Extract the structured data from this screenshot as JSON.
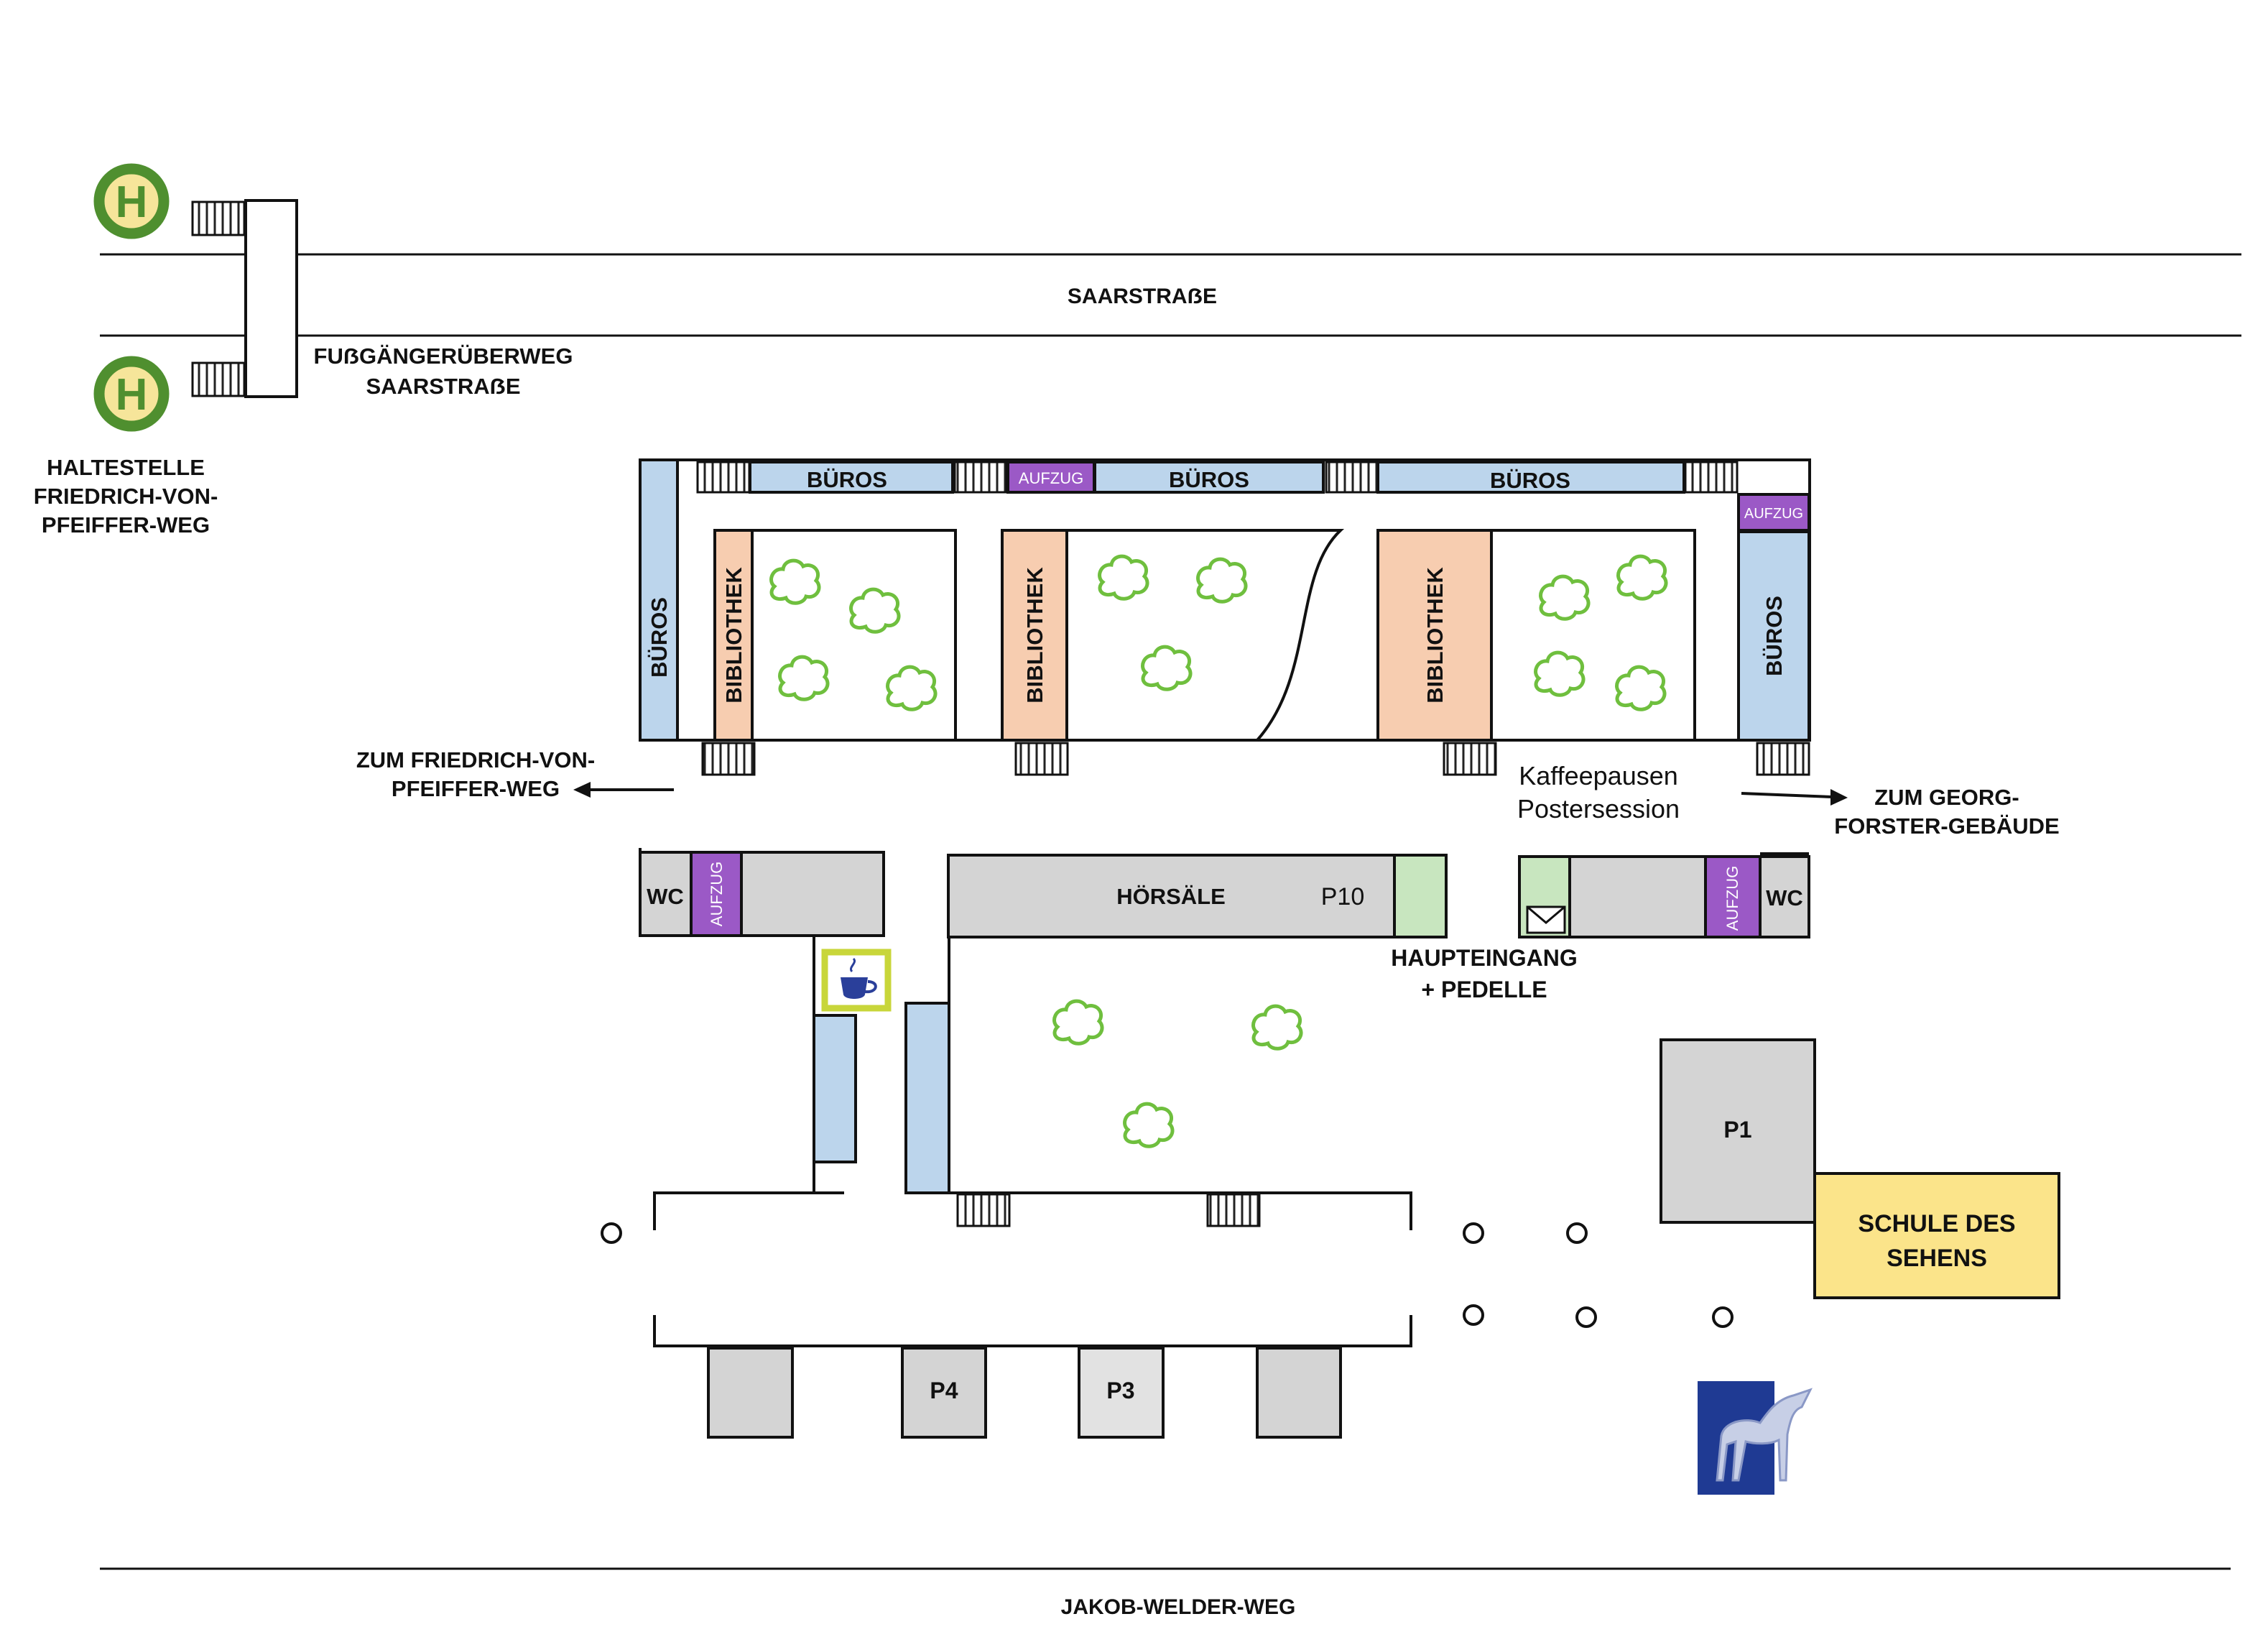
{
  "streets": {
    "north": "SAARSTRAẞE",
    "south": "JAKOB-WELDER-WEG"
  },
  "bus_stop": {
    "symbol": "H",
    "label_lines": [
      "HALTESTELLE",
      "FRIEDRICH-VON-",
      "PFEIFFER-WEG"
    ]
  },
  "footbridge": {
    "label_lines": [
      "FUẞGÄNGERÜBERWEG",
      "SAARSTRAẞE"
    ]
  },
  "rooms": {
    "bueros": "BÜROS",
    "aufzug": "AUFZUG",
    "bibliothek": "BIBLIOTHEK",
    "wc": "WC",
    "hoersaele": "HÖRSÄLE",
    "p10": "P10",
    "p1": "P1",
    "p3": "P3",
    "p4": "P4"
  },
  "directions": {
    "west_lines": [
      "ZUM FRIEDRICH-VON-",
      "PFEIFFER-WEG"
    ],
    "east_lines": [
      "ZUM GEORG-",
      "FORSTER-GEBÄUDE"
    ]
  },
  "events": {
    "line1": "Kaffeepausen",
    "line2": "Postersession"
  },
  "entrance": {
    "line1": "HAUPTEINGANG",
    "line2": "+ PEDELLE"
  },
  "school": {
    "line1": "SCHULE DES",
    "line2": "SEHENS"
  },
  "icons": [
    "bus-stop-icon",
    "coffee-cup-icon",
    "mail-envelope-icon",
    "horse-logo-icon",
    "tree-icon",
    "stairs-icon",
    "pillar-icon"
  ],
  "colors": {
    "buero_blue": "#bcd5ec",
    "aufzug_purple": "#9b59c6",
    "bibliothek_peach": "#f7cdb0",
    "hoersaal_grey": "#d4d4d4",
    "entrance_green": "#c8e6bf",
    "school_yellow": "#fbe48a",
    "tree_green": "#6fbf3e",
    "bus_green": "#4f8f2f",
    "bus_yellow": "#f6e59a",
    "logo_blue": "#1f3a93"
  }
}
